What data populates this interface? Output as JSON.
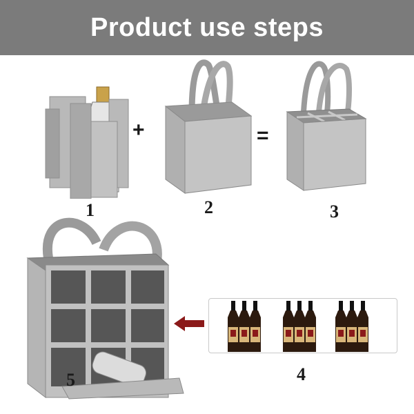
{
  "banner": {
    "title": "Product use steps"
  },
  "colors": {
    "banner_bg": "#7b7b7b",
    "felt": "#b9b9b9",
    "felt_dark": "#8f8f8f",
    "arrow": "#8b1a1a"
  },
  "steps": [
    {
      "number": "1",
      "icon": "bottle-dividers-icon"
    },
    {
      "number": "2",
      "icon": "empty-felt-bag-icon"
    },
    {
      "number": "3",
      "icon": "assembled-bag-icon"
    },
    {
      "number": "4",
      "icon": "wine-bottles-icon"
    },
    {
      "number": "5",
      "icon": "filled-bag-icon"
    }
  ],
  "operators": {
    "plus": "+",
    "equals": "="
  }
}
